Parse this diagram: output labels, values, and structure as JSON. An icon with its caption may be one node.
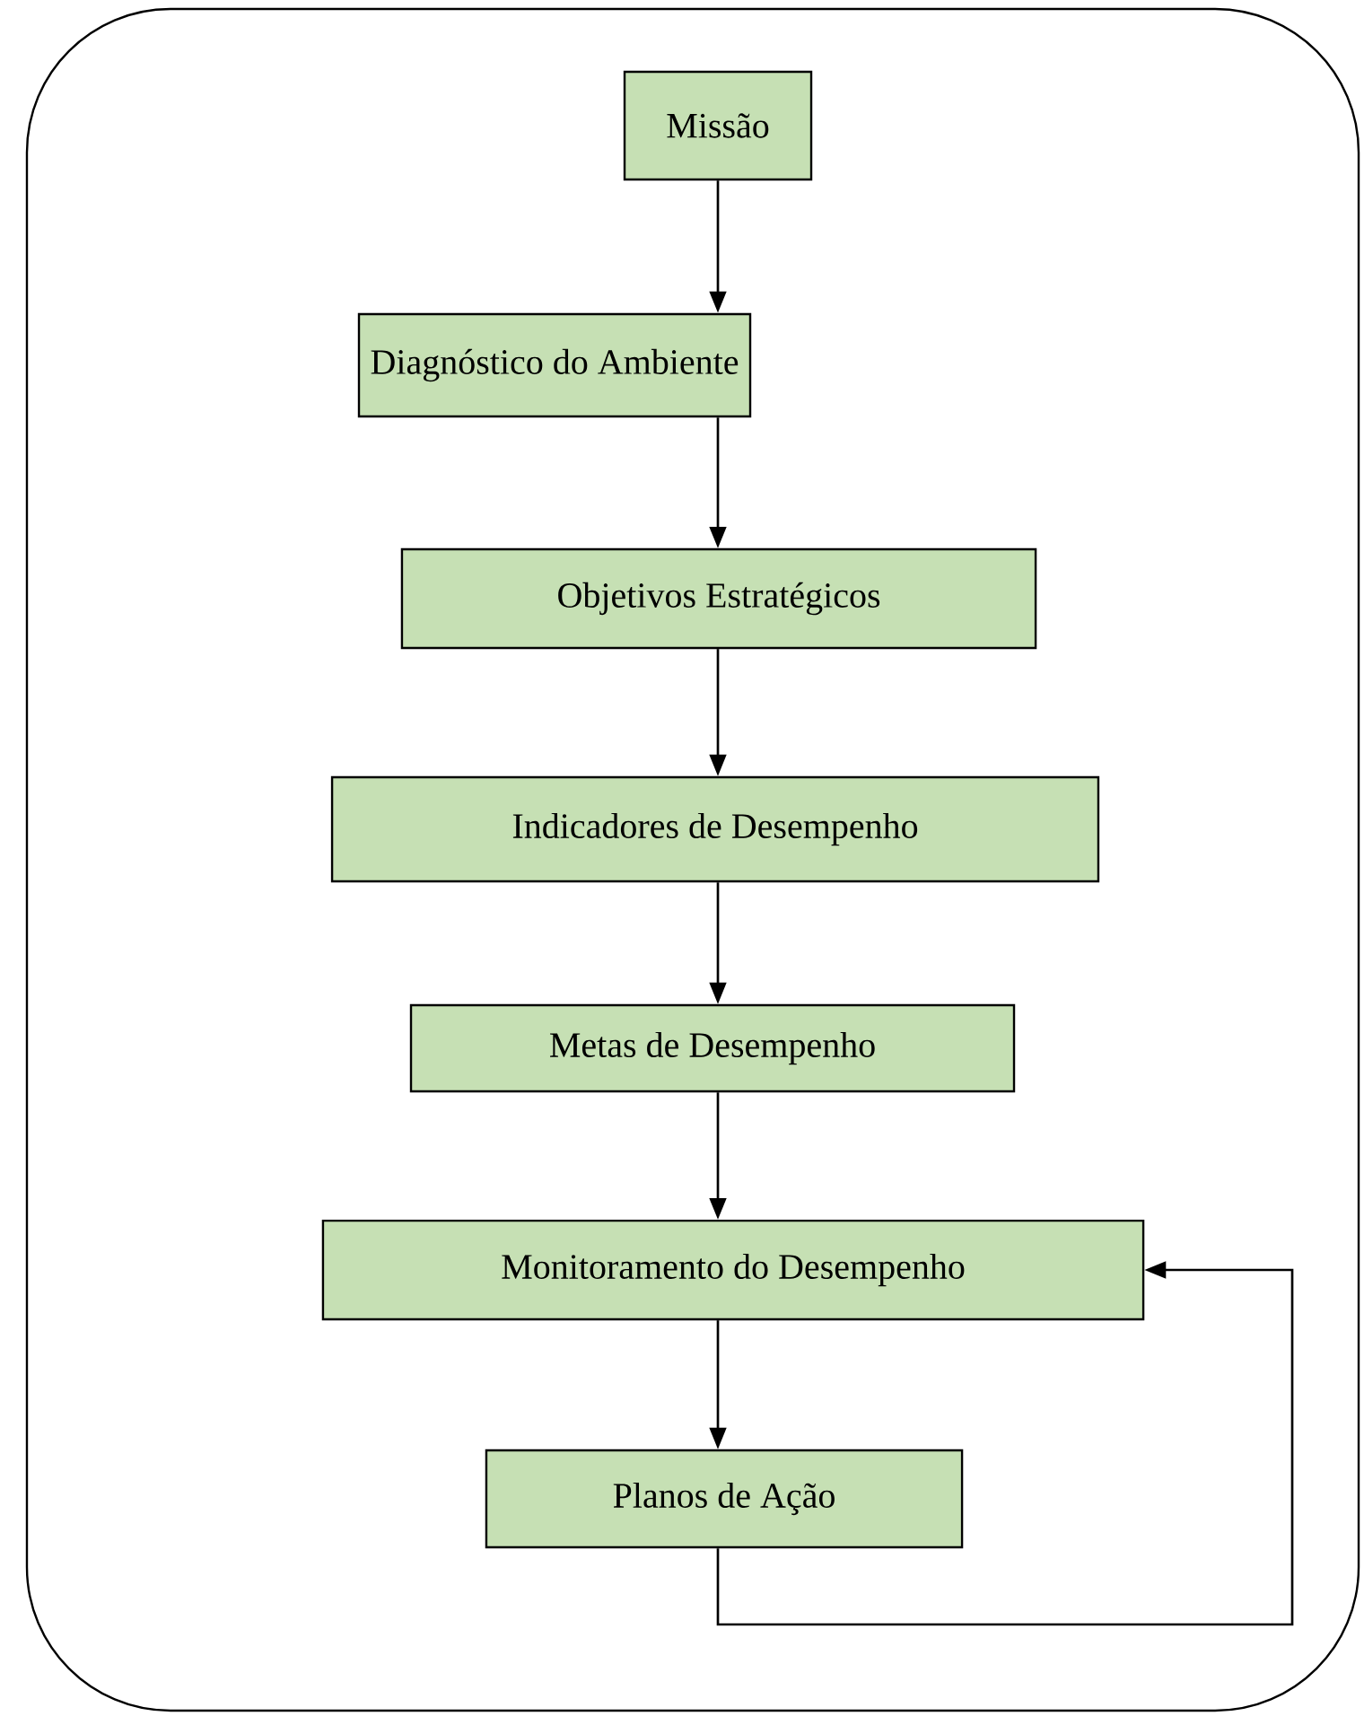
{
  "diagram": {
    "nodes": [
      {
        "text": [],
        "shape": "box"
      },
      {
        "text": [
          "Missão"
        ],
        "in": 0
      },
      {
        "text": [
          "Diagnóstico do Ambiente"
        ],
        "in": 0
      },
      {
        "text": [
          "Objetivos Estratégicos"
        ],
        "in": 0
      },
      {
        "text": [
          "Indicadores de Desempenho"
        ],
        "in": 0
      },
      {
        "text": [
          "Metas de Desempenho"
        ],
        "in": 0
      },
      {
        "text": [
          "Monitoramento do Desempenho"
        ],
        "in": 0
      },
      {
        "text": [
          "Planos de Ação"
        ],
        "in": 0
      }
    ],
    "edges": [
      {
        "from": 1,
        "to": 2,
        "arrow": "to"
      },
      {
        "from": 2,
        "to": 3,
        "arrow": "to"
      },
      {
        "from": 3,
        "to": 4,
        "arrow": "to"
      },
      {
        "from": 4,
        "to": 5,
        "arrow": "to"
      },
      {
        "from": 5,
        "to": 6,
        "arrow": "to"
      },
      {
        "from": 6,
        "to": 7,
        "arrow": "to"
      },
      {
        "from": 7,
        "to": 6,
        "arrow": "to"
      }
    ]
  }
}
